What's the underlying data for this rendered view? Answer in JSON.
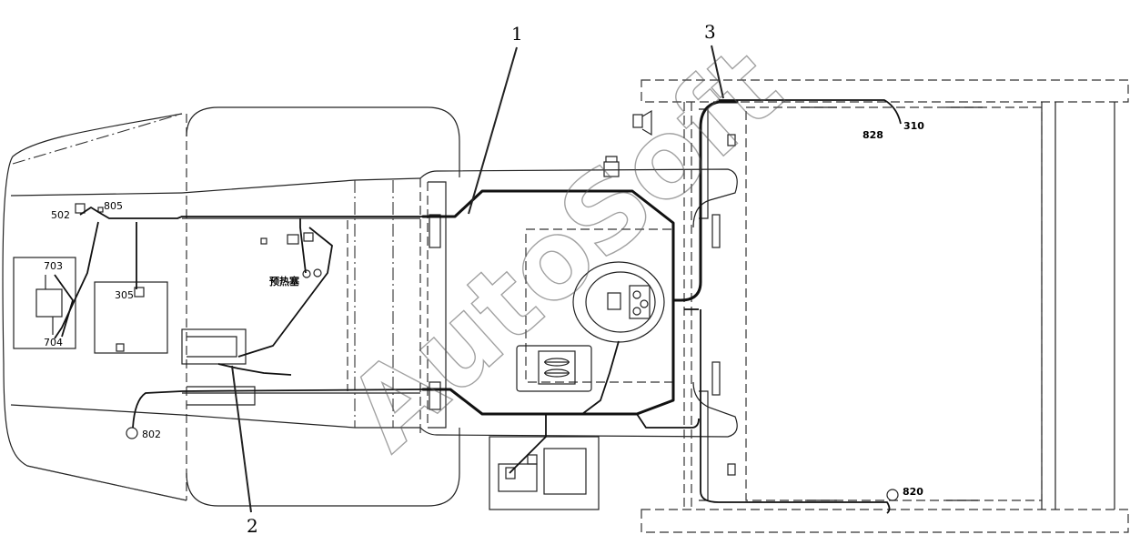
{
  "callouts": {
    "c1": "1",
    "c2": "2",
    "c3": "3"
  },
  "labels": {
    "l502": "502",
    "l805": "805",
    "l703": "703",
    "l704": "704",
    "l305": "305",
    "l802": "802",
    "lpreheat": "预热塞",
    "l828": "828",
    "l310": "310",
    "l820": "820"
  },
  "watermark": "AutoSoft"
}
